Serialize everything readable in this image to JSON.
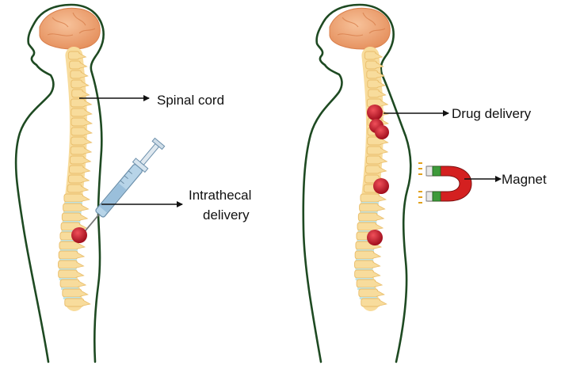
{
  "left_panel": {
    "labels": {
      "spinal_cord": "Spinal cord",
      "intrathecal_line1": "Intrathecal",
      "intrathecal_line2": "delivery"
    }
  },
  "right_panel": {
    "labels": {
      "drug_delivery": "Drug delivery",
      "magnet": "Magnet"
    }
  },
  "colors": {
    "outline": "#1e4a22",
    "brain": "#f2a878",
    "spine": "#f8dc9c",
    "spine_edge": "#e9bd6a",
    "disc": "#bfe3e3",
    "drug": "#cc1a2a",
    "syringe": "#9fc3de",
    "magnet_red": "#d42020",
    "magnet_green": "#3e9a3a"
  }
}
